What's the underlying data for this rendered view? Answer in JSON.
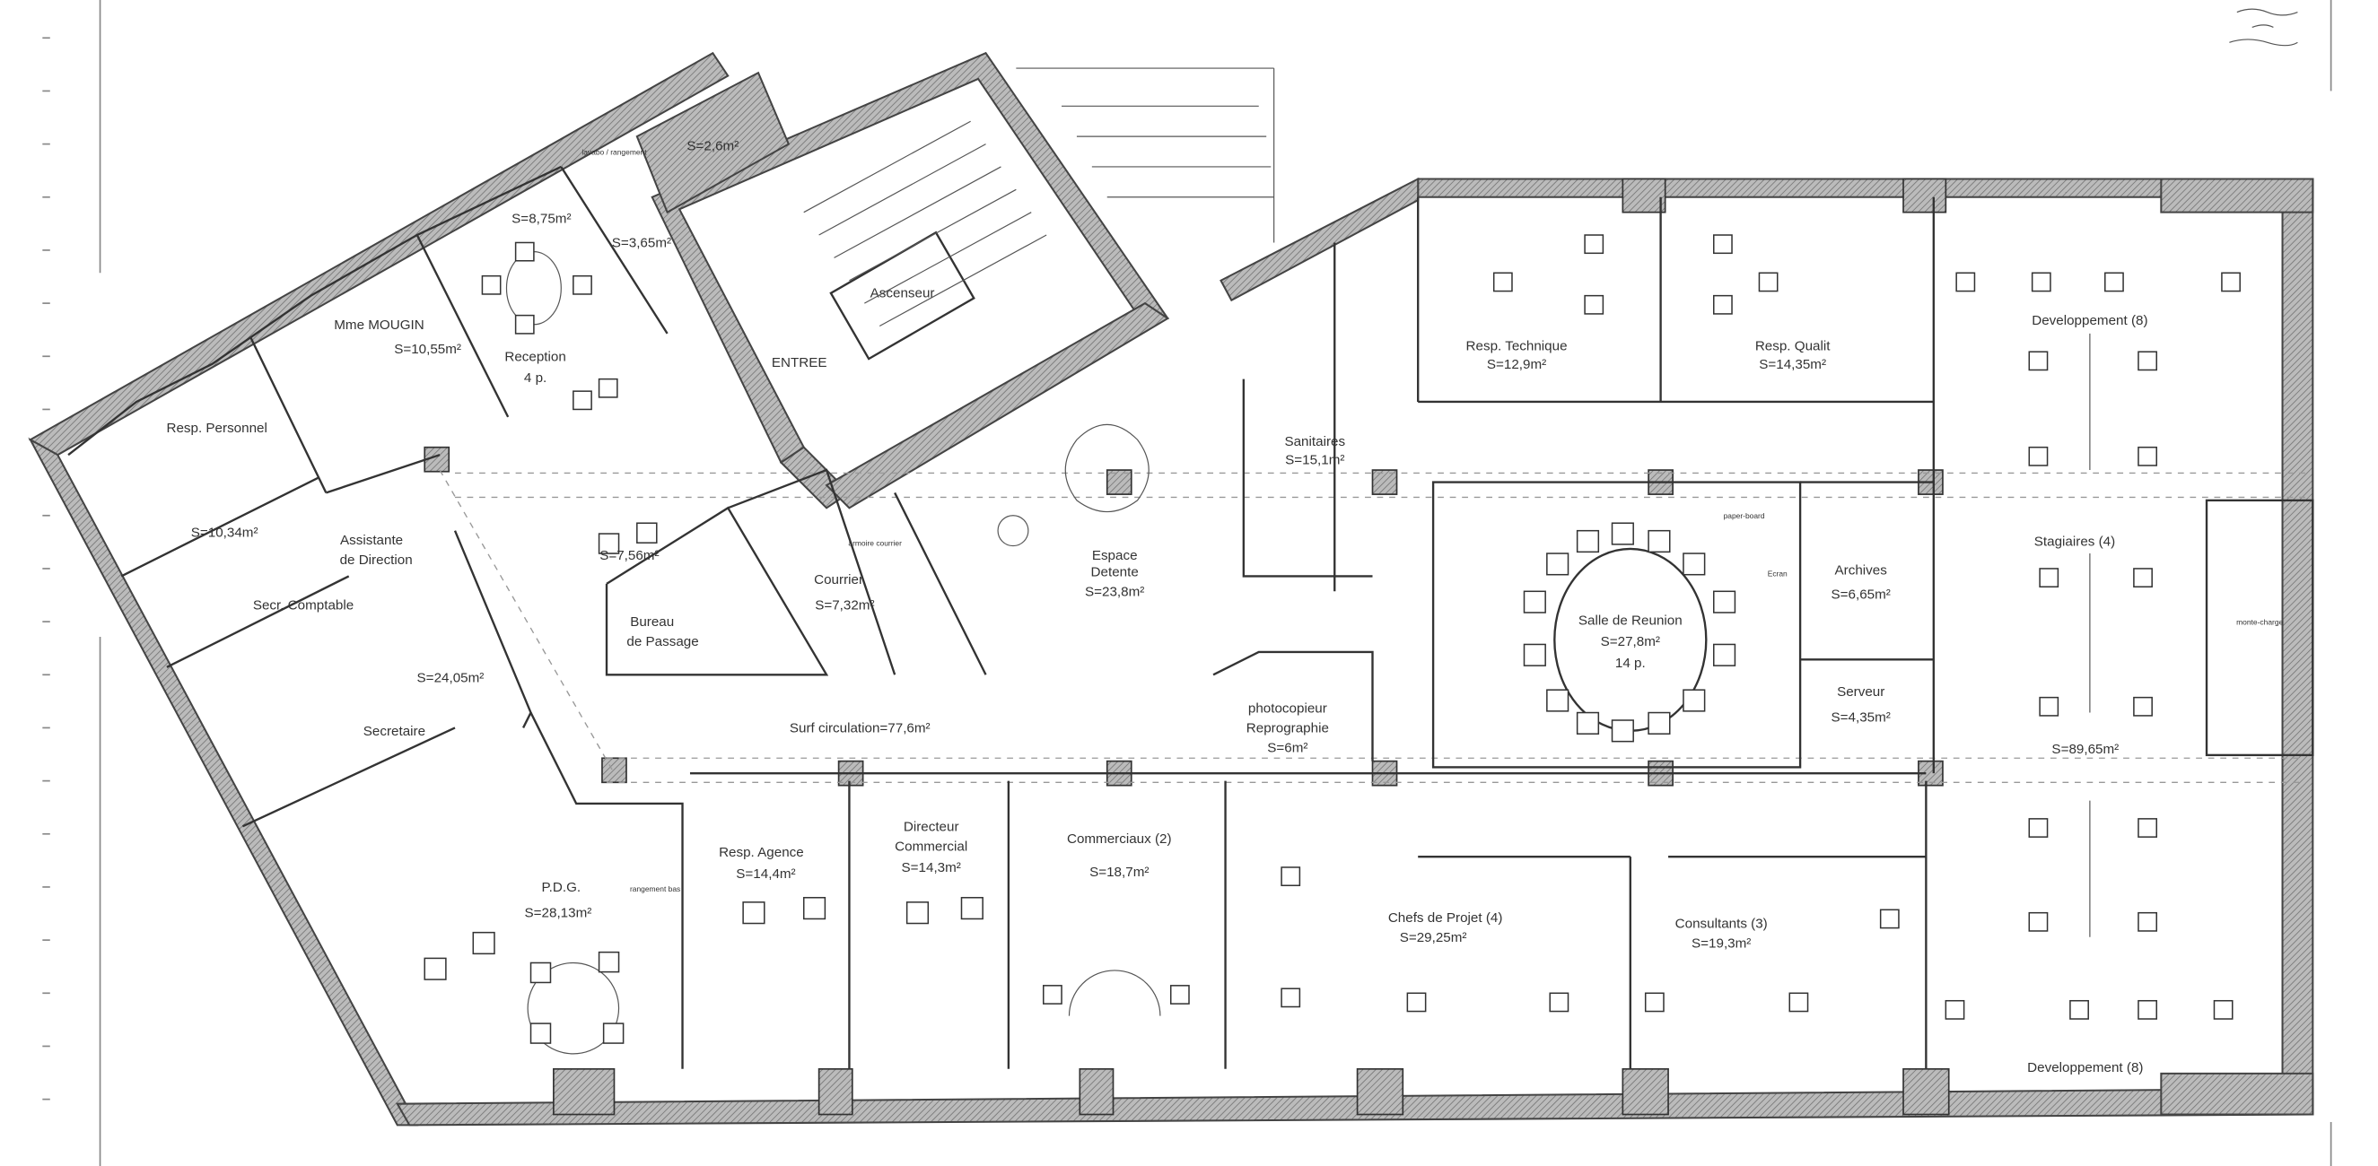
{
  "plan": {
    "entrance": "ENTREE",
    "elevator": "Ascenseur",
    "circulation": "Surf circulation=77,6m²",
    "small_notes": {
      "wc_note": "lavabo / rangement",
      "paperboard": "paper-board",
      "screen": "Ecran",
      "freight_lift": "monte-charge",
      "storage": "rangement bas",
      "mail": "armoire courrier"
    }
  },
  "rooms": {
    "cupboard": {
      "lines": [
        "S=2,6m²"
      ]
    },
    "reception_store": {
      "lines": [
        "S=8,75m²"
      ]
    },
    "cloak": {
      "lines": [
        "S=3,65m²"
      ]
    },
    "mougin": {
      "lines": [
        "Mme MOUGIN",
        "S=10,55m²"
      ]
    },
    "reception": {
      "lines": [
        "Reception",
        "4 p."
      ]
    },
    "resp_personnel": {
      "lines": [
        "Resp. Personnel",
        "S=10,34m²"
      ]
    },
    "assistante": {
      "lines": [
        "Assistante",
        "de Direction",
        "S=24,05m²"
      ]
    },
    "secr_comptable": {
      "lines": [
        "Secr. Comptable"
      ]
    },
    "secretaire": {
      "lines": [
        "Secretaire"
      ]
    },
    "bureau_passage": {
      "lines": [
        "S=7,56m²",
        "Bureau",
        "de Passage"
      ]
    },
    "courrier": {
      "lines": [
        "Courrier",
        "S=7,32m²"
      ]
    },
    "detente": {
      "lines": [
        "Espace",
        "Detente",
        "S=23,8m²"
      ]
    },
    "sanitaires": {
      "lines": [
        "Sanitaires",
        "S=15,1m²"
      ]
    },
    "resp_technique": {
      "lines": [
        "Resp. Technique",
        "S=12,9m²"
      ]
    },
    "resp_qualit": {
      "lines": [
        "Resp. Qualit",
        "S=14,35m²"
      ]
    },
    "dev_top": {
      "lines": [
        "Developpement (8)"
      ]
    },
    "reunion": {
      "lines": [
        "Salle de Reunion",
        "S=27,8m²",
        "14 p."
      ]
    },
    "archives": {
      "lines": [
        "Archives",
        "S=6,65m²"
      ]
    },
    "serveur": {
      "lines": [
        "Serveur",
        "S=4,35m²"
      ]
    },
    "stagiaires": {
      "lines": [
        "Stagiaires (4)",
        "S=89,65m²"
      ]
    },
    "reprographie": {
      "lines": [
        "photocopieur",
        "Reprographie",
        "S=6m²"
      ]
    },
    "pdg": {
      "lines": [
        "P.D.G.",
        "S=28,13m²"
      ]
    },
    "resp_agence": {
      "lines": [
        "Resp. Agence",
        "S=14,4m²"
      ]
    },
    "dir_commercial": {
      "lines": [
        "Directeur",
        "Commercial",
        "S=14,3m²"
      ]
    },
    "commerciaux": {
      "lines": [
        "Commerciaux (2)",
        "S=18,7m²"
      ]
    },
    "chefs_projet": {
      "lines": [
        "Chefs de Projet (4)",
        "S=29,25m²"
      ]
    },
    "consultants": {
      "lines": [
        "Consultants (3)",
        "S=19,3m²"
      ]
    },
    "dev_bottom": {
      "lines": [
        "Developpement (8)"
      ]
    }
  }
}
